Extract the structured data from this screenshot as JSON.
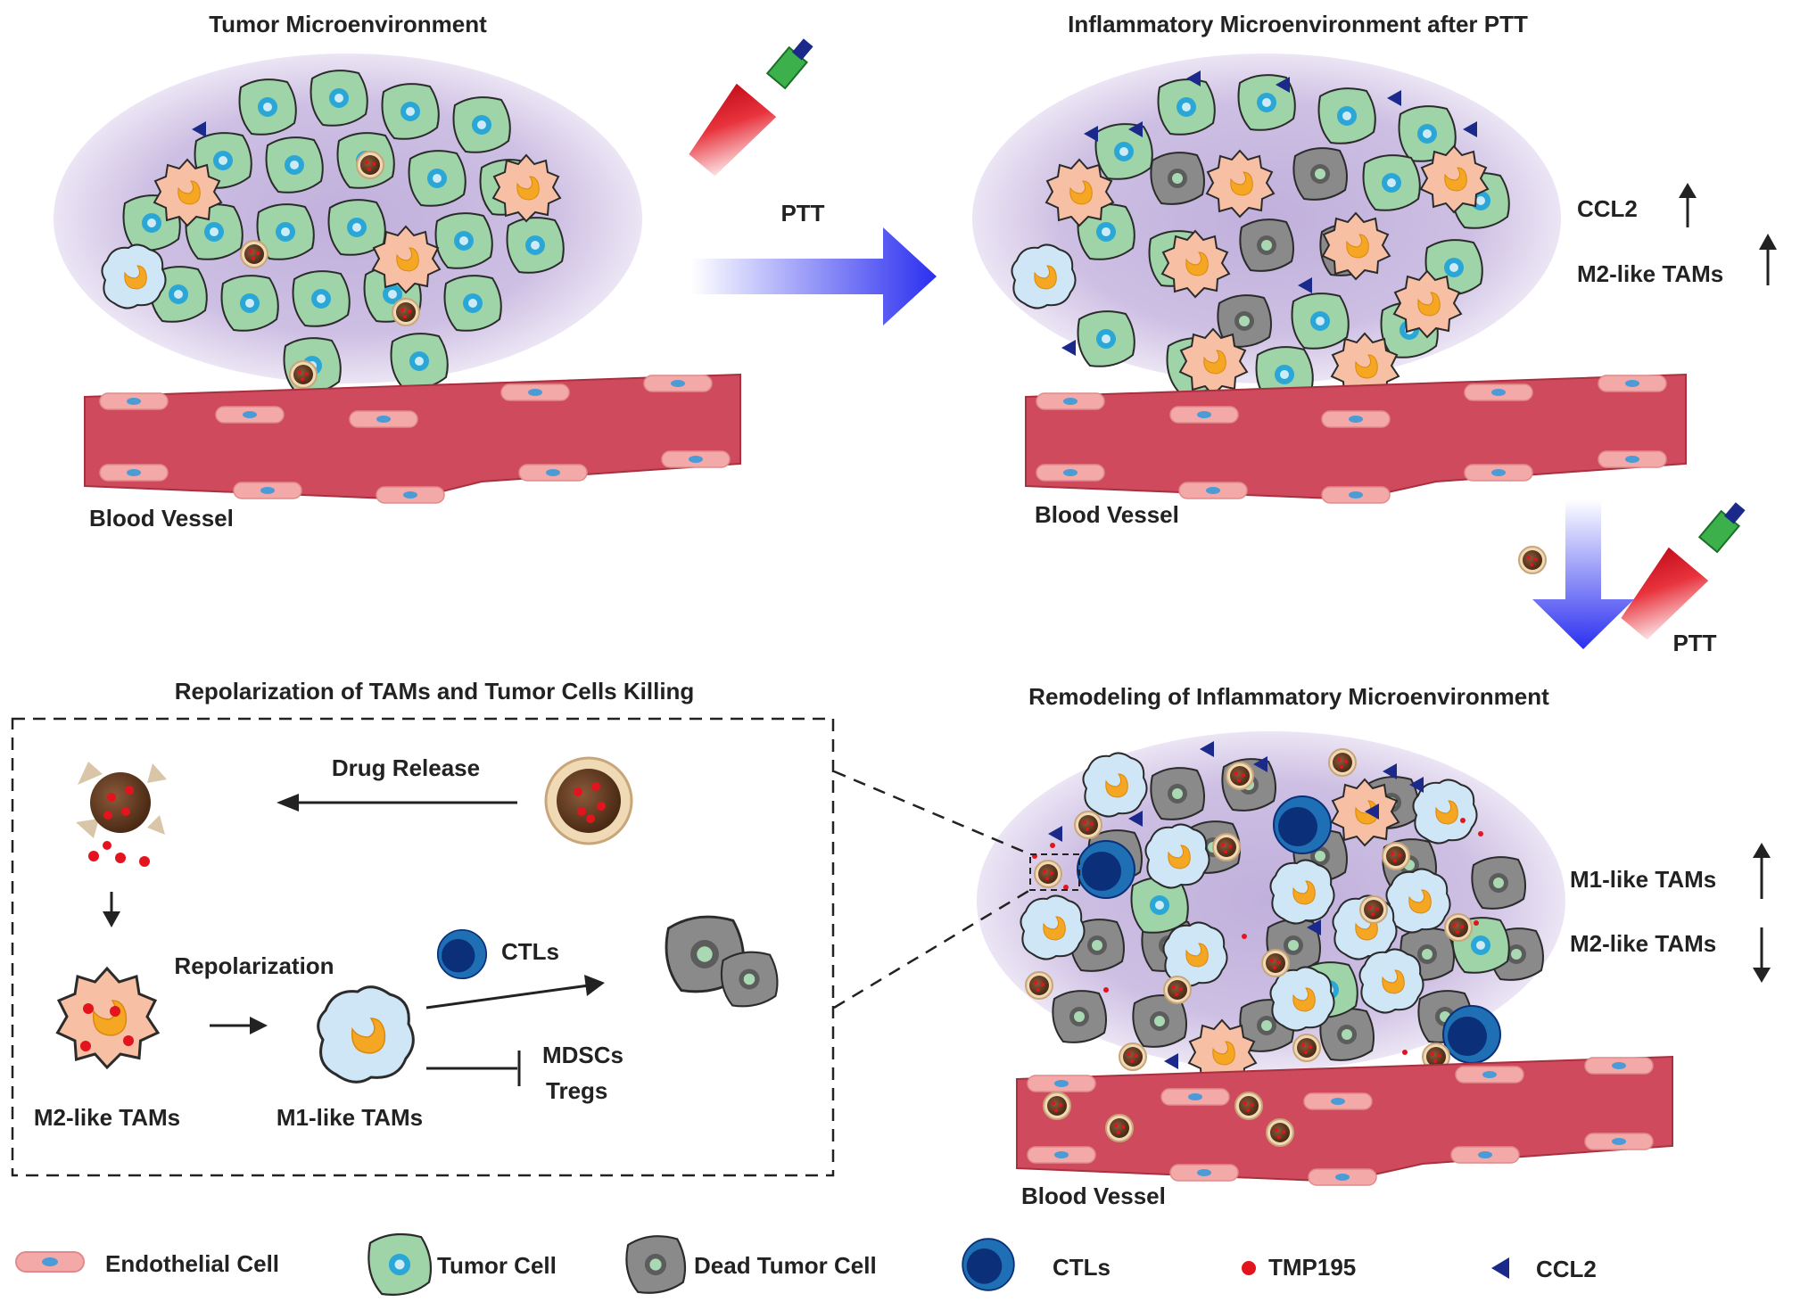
{
  "panels": {
    "tumor_title": "Tumor Microenvironment",
    "inflam_title": "Inflammatory Microenvironment after PTT",
    "remodel_title": "Remodeling of Inflammatory Microenvironment",
    "repol_title": "Repolarization of TAMs and Tumor Cells Killing"
  },
  "labels": {
    "blood_vessel": "Blood Vessel",
    "ptt": "PTT",
    "ccl2_up": "CCL2",
    "m2_tams_up": "M2-like TAMs",
    "m1_tams_up": "M1-like TAMs",
    "m2_tams_down": "M2-like TAMs"
  },
  "inset": {
    "drug_release": "Drug Release",
    "repolarization": "Repolarization",
    "ctls": "CTLs",
    "mdscs": "MDSCs",
    "tregs": "Tregs",
    "m2_tams": "M2-like  TAMs",
    "m1_tams": "M1-like TAMs"
  },
  "legend": {
    "endothelial": "Endothelial Cell",
    "tumor": "Tumor Cell",
    "dead_tumor": "Dead Tumor Cell",
    "ctls": "CTLs",
    "tmp195": "TMP195",
    "ccl2": "CCL2"
  },
  "colors": {
    "tumor_cell": "#9fd3a8",
    "tumor_nucleus": "#2aa7d6",
    "dead_cell": "#8a8a8a",
    "macrophage_m2": "#f7bfa3",
    "macrophage_m1": "#cfe6f7",
    "nucleus_orange": "#f5a623",
    "vessel": "#d04a5e",
    "endothelial": "#f4a9a9",
    "ctl_outer": "#1f6fb5",
    "ctl_inner": "#0b2f78",
    "tmp195": "#e3141e",
    "ccl2": "#1b2a8a",
    "arrow_blue": "#3a3ef0"
  }
}
